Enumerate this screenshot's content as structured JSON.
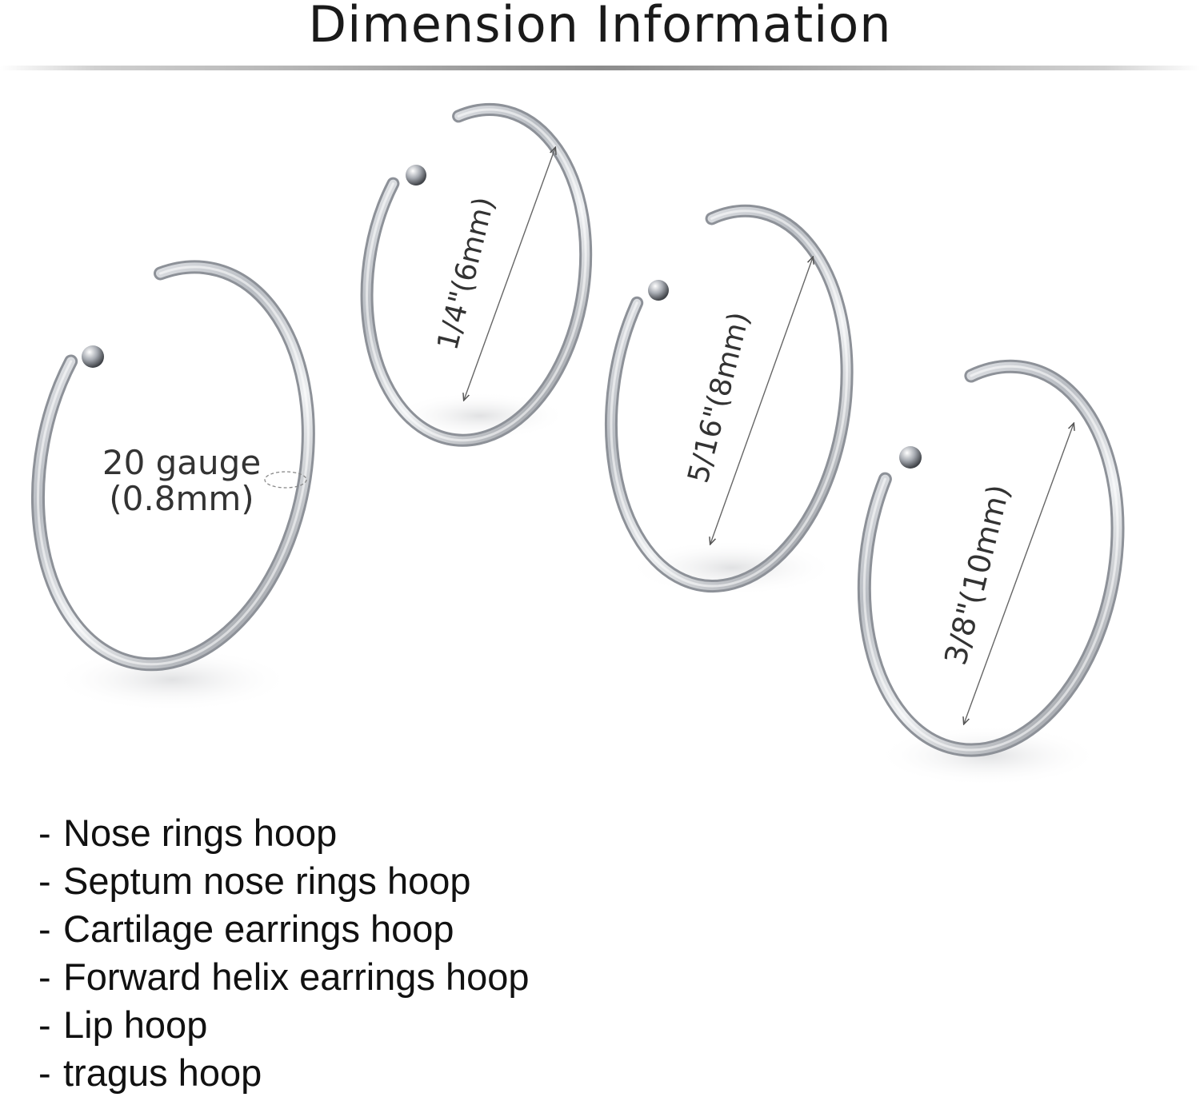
{
  "title": "Dimension Information",
  "rings": [
    {
      "label_line1": "20 gauge",
      "label_line2": "(0.8mm)"
    },
    {
      "size_label": "1/4\"(6mm)"
    },
    {
      "size_label": "5/16\"(8mm)"
    },
    {
      "size_label": "3/8\"(10mm)"
    }
  ],
  "uses": [
    "Nose rings hoop",
    "Septum nose rings hoop",
    "Cartilage earrings hoop",
    "Forward helix earrings hoop",
    "Lip hoop",
    "tragus hoop"
  ],
  "colors": {
    "metal_dark": "#8e9299",
    "metal_light": "#f4f5f7",
    "text": "#111111"
  }
}
